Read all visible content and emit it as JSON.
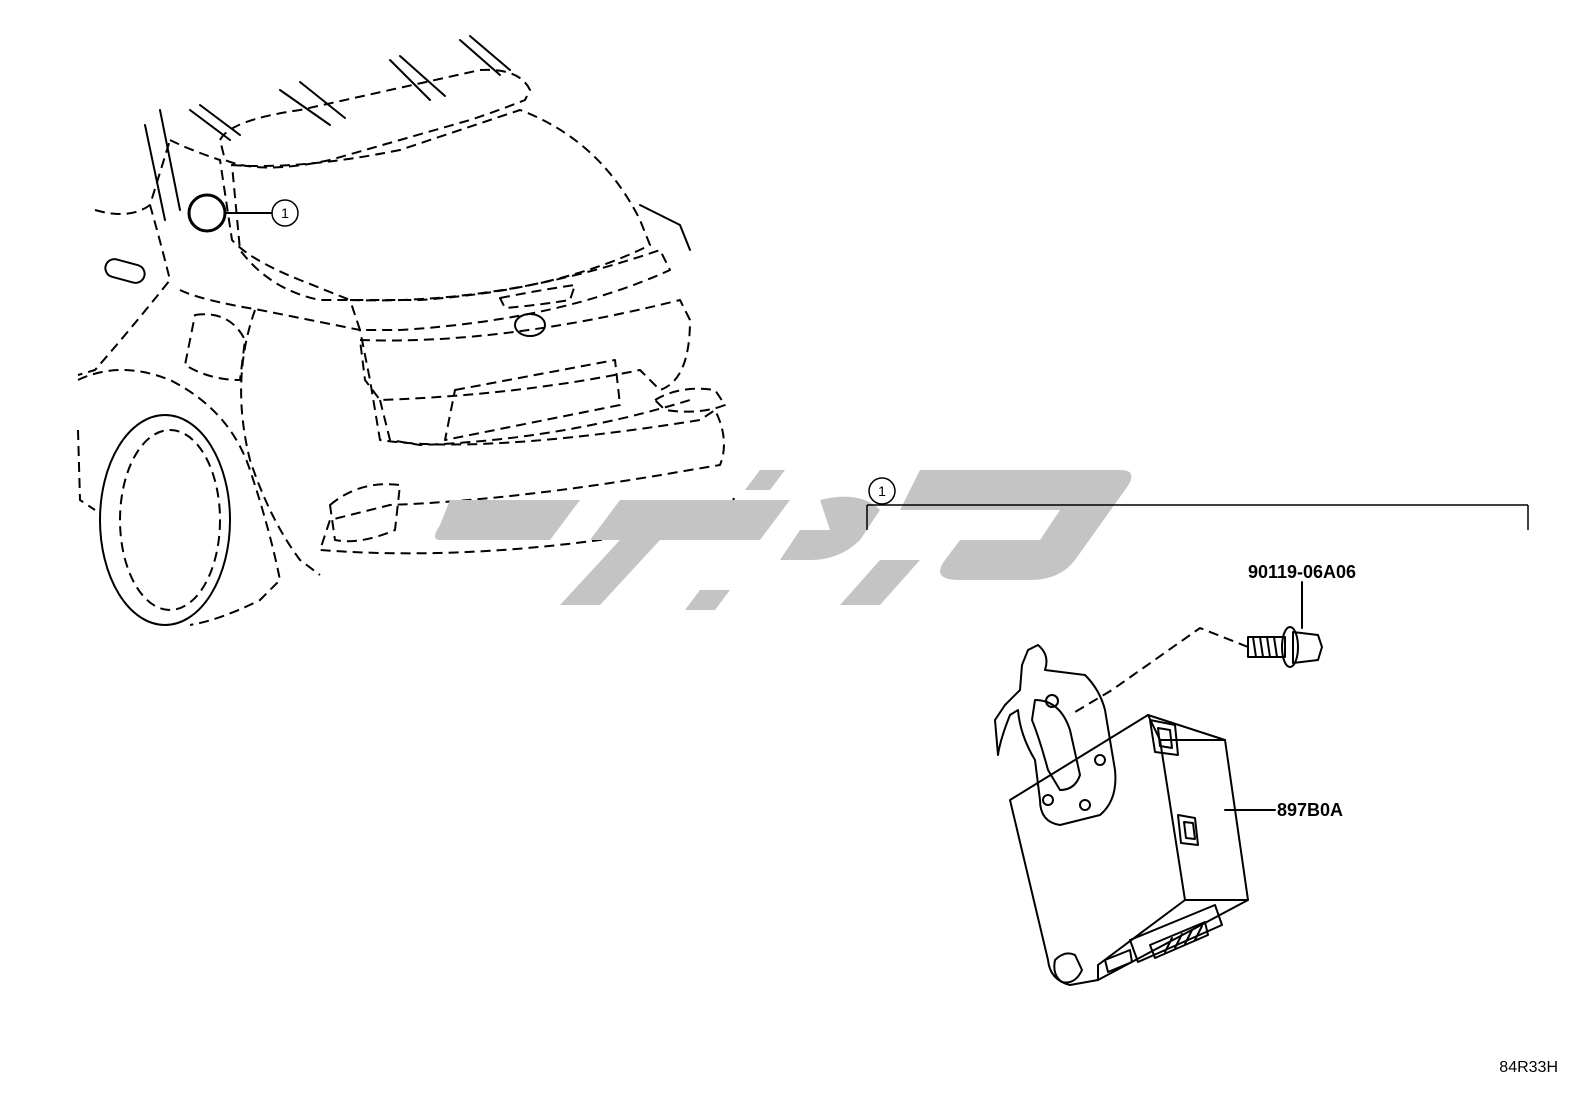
{
  "callouts": [
    {
      "id": "vehicle-callout",
      "label": "1"
    },
    {
      "id": "assembly-callout",
      "label": "1"
    }
  ],
  "parts": [
    {
      "id": "bolt",
      "number": "90119-06A06",
      "icon": "bolt-icon"
    },
    {
      "id": "module",
      "number": "897B0A",
      "icon": "control-module-icon"
    }
  ],
  "diagram_code": "84R33H",
  "watermark": {
    "text": "توپارت",
    "color": "#c4c4c4"
  }
}
